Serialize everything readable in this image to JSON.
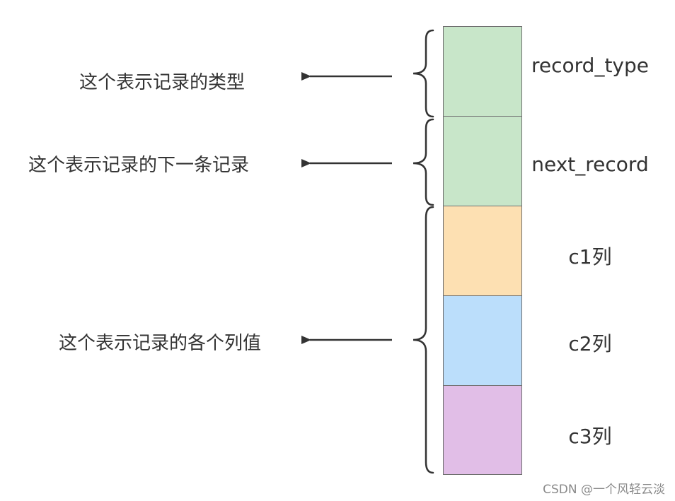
{
  "descriptions": {
    "record_type_desc": "这个表示记录的类型",
    "next_record_desc": "这个表示记录的下一条记录",
    "columns_desc": "这个表示记录的各个列值"
  },
  "fields": [
    {
      "label": "record_type",
      "color": "#c8e6c9"
    },
    {
      "label": "next_record",
      "color": "#c8e6c9"
    },
    {
      "label": "c1列",
      "color": "#fde0b2"
    },
    {
      "label": "c2列",
      "color": "#bbdefb"
    },
    {
      "label": "c3列",
      "color": "#e1bee7"
    }
  ],
  "watermark": "CSDN @一个风轻云淡"
}
